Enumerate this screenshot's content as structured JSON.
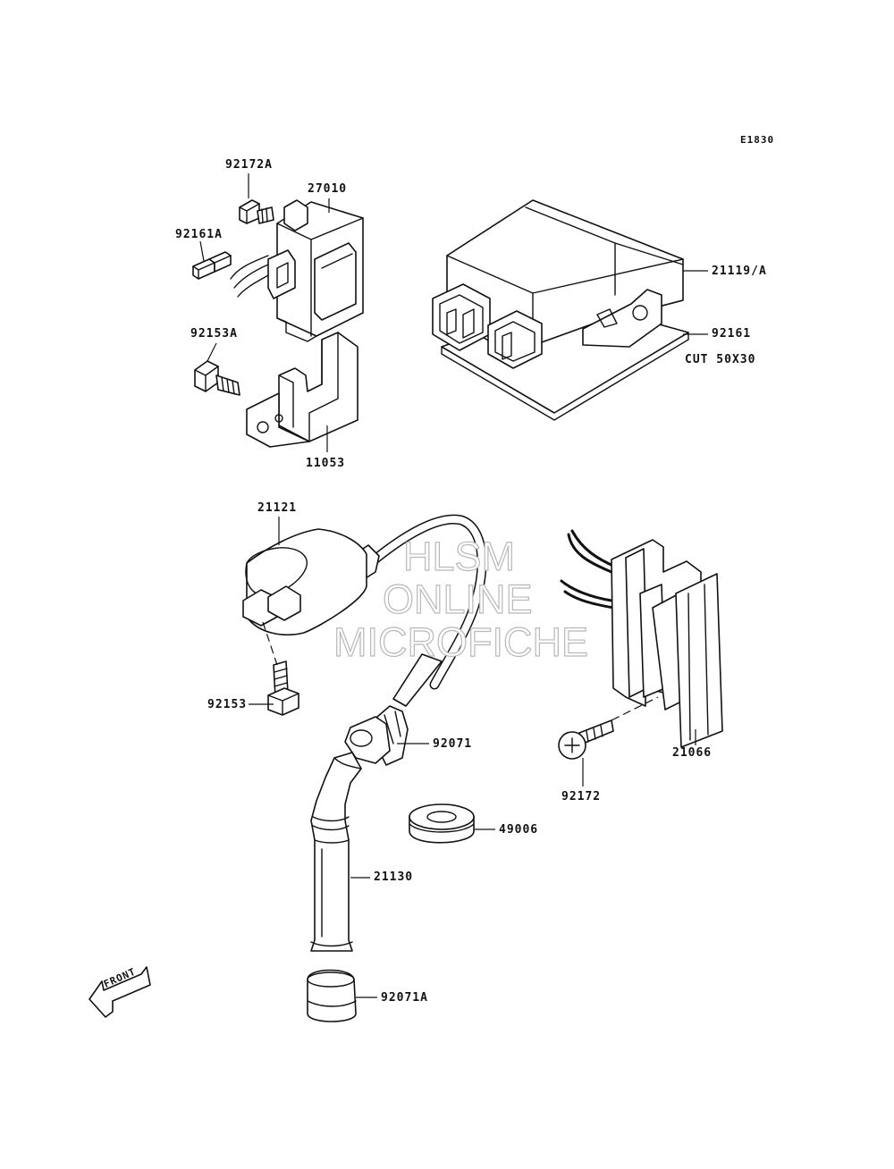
{
  "diagram_code": "E1830",
  "watermark": {
    "line1": "HLSM",
    "line2": "ONLINE",
    "line3": "MICROFICHE"
  },
  "front_label": "FRONT",
  "note": "CUT 50X30",
  "parts": [
    {
      "id": "92172A",
      "name": "bolt"
    },
    {
      "id": "27010",
      "name": "relay"
    },
    {
      "id": "92161A",
      "name": "damper"
    },
    {
      "id": "92153A",
      "name": "bolt"
    },
    {
      "id": "11053",
      "name": "bracket"
    },
    {
      "id": "21119/A",
      "name": "igniter"
    },
    {
      "id": "92161",
      "name": "damper"
    },
    {
      "id": "21121",
      "name": "ignition-coil"
    },
    {
      "id": "92153",
      "name": "bolt"
    },
    {
      "id": "92071",
      "name": "grommet"
    },
    {
      "id": "21130",
      "name": "spark-plug-cap"
    },
    {
      "id": "92071A",
      "name": "cap"
    },
    {
      "id": "49006",
      "name": "grommet"
    },
    {
      "id": "21066",
      "name": "regulator"
    },
    {
      "id": "92172",
      "name": "bolt"
    }
  ]
}
